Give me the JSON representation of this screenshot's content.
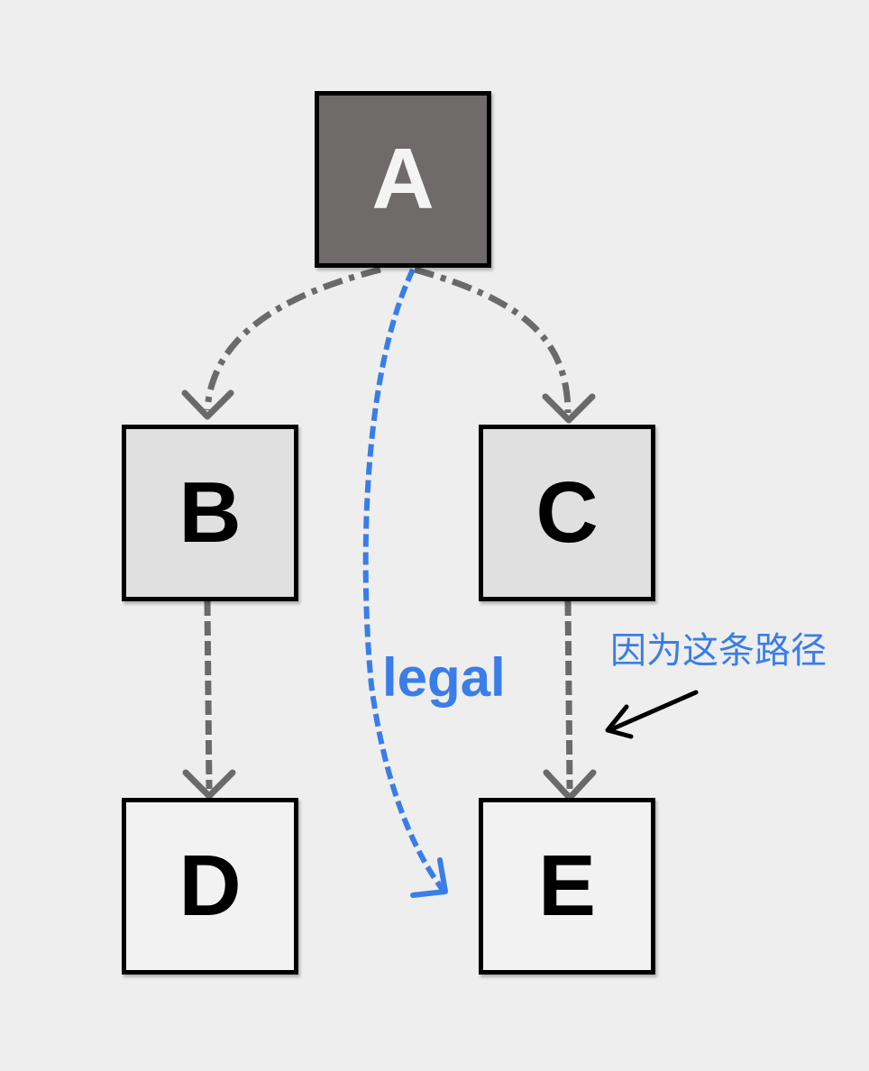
{
  "nodes": {
    "a": {
      "label": "A",
      "fill": "#6f6b6a",
      "text_color": "#f4f4f4"
    },
    "b": {
      "label": "B",
      "fill": "#e0e0e0",
      "text_color": "#000000"
    },
    "c": {
      "label": "C",
      "fill": "#e0e0e0",
      "text_color": "#000000"
    },
    "d": {
      "label": "D",
      "fill": "#f2f2f2",
      "text_color": "#000000"
    },
    "e": {
      "label": "E",
      "fill": "#f2f2f2",
      "text_color": "#000000"
    }
  },
  "edges": [
    {
      "from": "A",
      "to": "B",
      "style": "dash-dot",
      "color": "#6a6a6a"
    },
    {
      "from": "A",
      "to": "C",
      "style": "dash-dot",
      "color": "#6a6a6a"
    },
    {
      "from": "B",
      "to": "D",
      "style": "dashed",
      "color": "#6a6a6a"
    },
    {
      "from": "C",
      "to": "E",
      "style": "dashed",
      "color": "#6a6a6a"
    },
    {
      "from": "A",
      "to": "E",
      "style": "dashed",
      "color": "#3a7de8"
    }
  ],
  "annotations": {
    "legal_label": "legal",
    "legal_color": "#3a7de8",
    "note": "因为这条路径",
    "note_color": "#3a7de8",
    "pointer_color": "#000000"
  },
  "colors": {
    "background": "#eeeeee",
    "border": "#000000"
  }
}
